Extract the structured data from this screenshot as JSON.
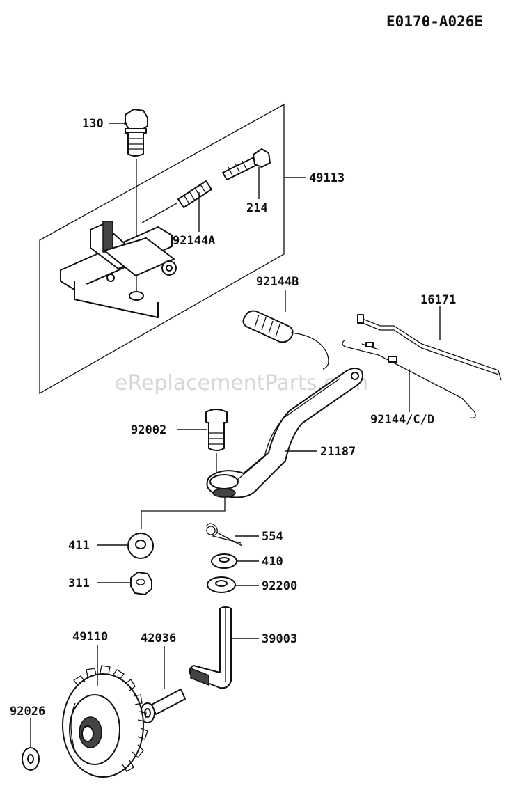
{
  "diagram_code": "E0170-A026E",
  "watermark": "eReplacementParts.com",
  "callouts": {
    "p130": "130",
    "p49113": "49113",
    "p214": "214",
    "p92144A": "92144A",
    "p92144B": "92144B",
    "p16171": "16171",
    "p92144CD": "92144/C/D",
    "p92002": "92002",
    "p21187": "21187",
    "p554": "554",
    "p411": "411",
    "p410": "410",
    "p311": "311",
    "p92200": "92200",
    "p49110": "49110",
    "p42036": "42036",
    "p39003": "39003",
    "p92026": "92026"
  }
}
